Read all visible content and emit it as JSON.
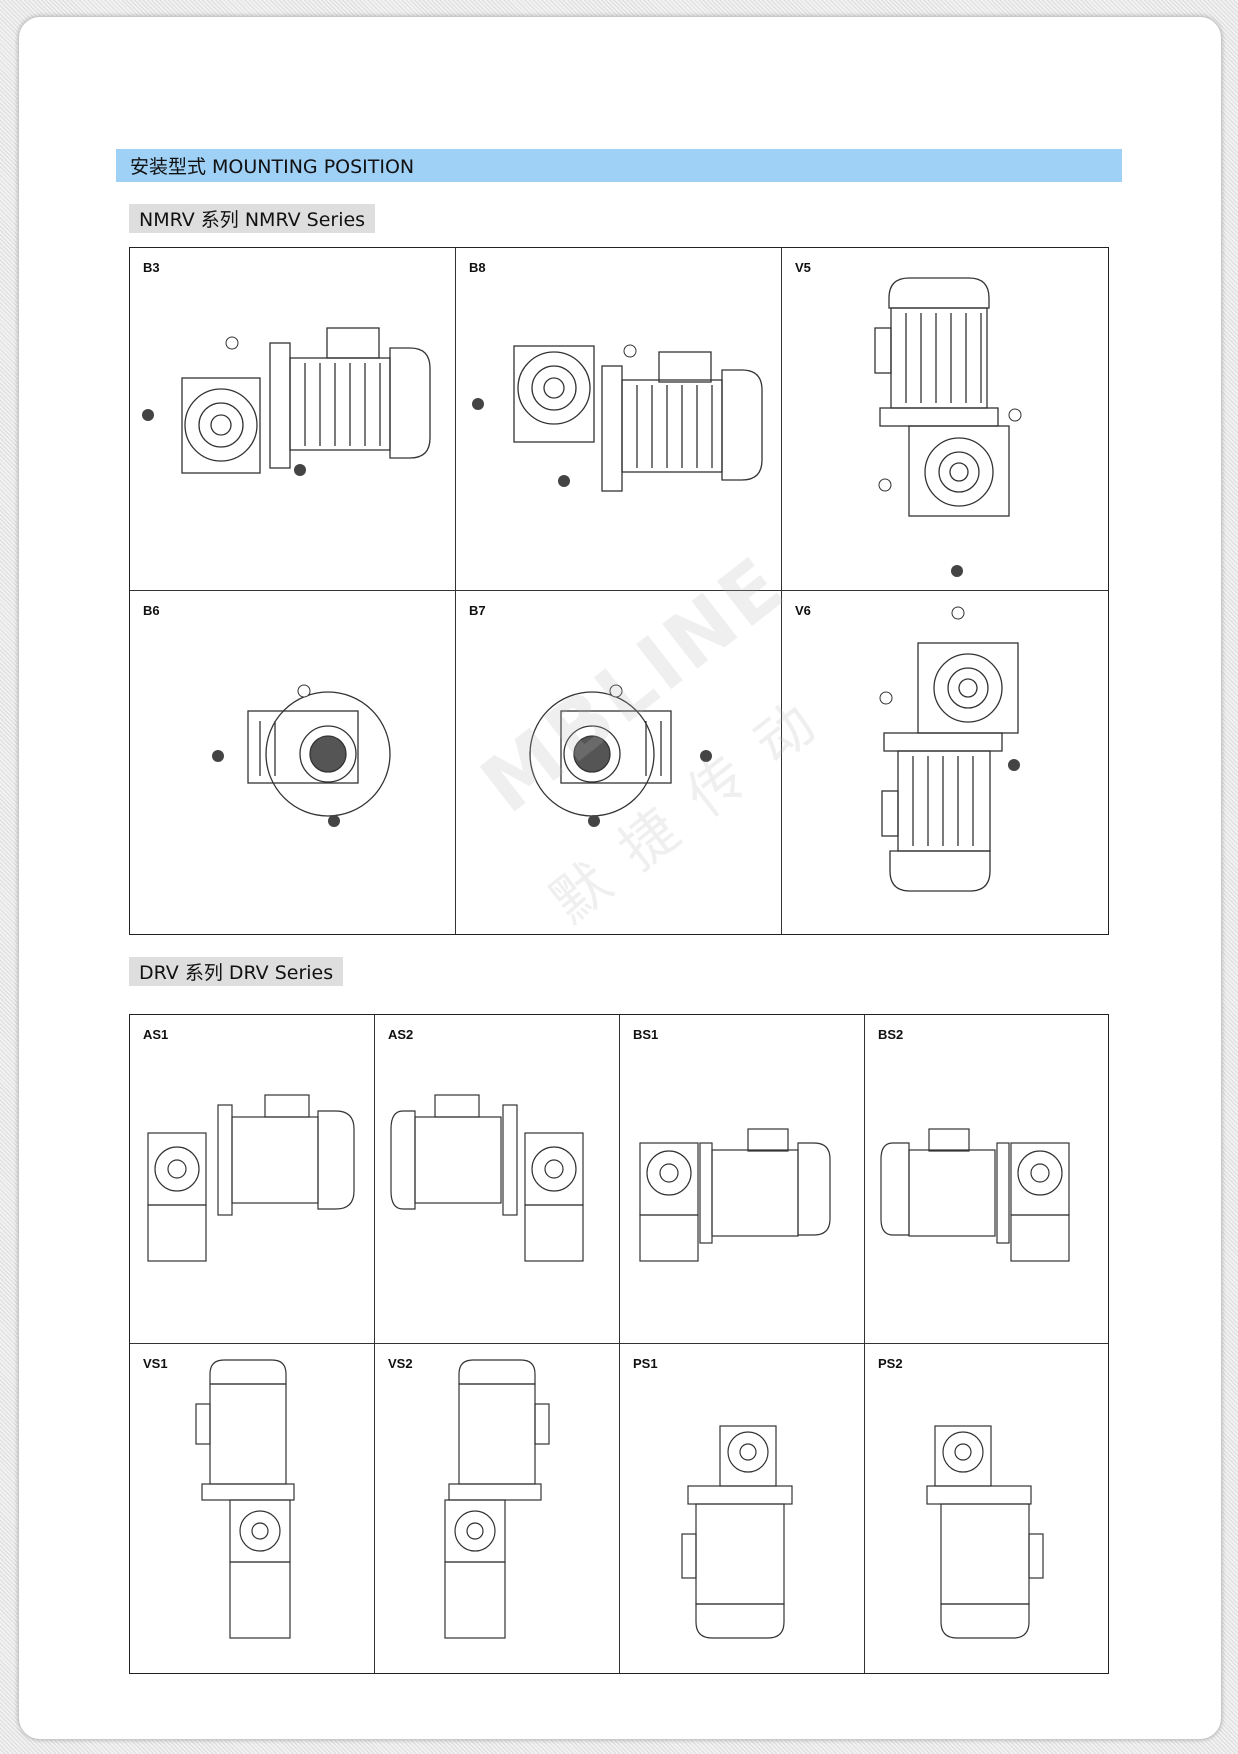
{
  "header": {
    "title": "安装型式 MOUNTING POSITION"
  },
  "nmrv": {
    "label": "NMRV 系列  NMRV Series",
    "cells": [
      "B3",
      "B8",
      "V5",
      "B6",
      "B7",
      "V6"
    ]
  },
  "drv": {
    "label": "DRV 系列  DRV Series",
    "cells": [
      "AS1",
      "AS2",
      "BS1",
      "BS2",
      "VS1",
      "VS2",
      "PS1",
      "PS2"
    ]
  },
  "watermark": {
    "brand": "MBLINE",
    "cn": "默捷传动"
  },
  "colors": {
    "header_bar": "#9fd0f6",
    "series_bg": "#dedede"
  }
}
